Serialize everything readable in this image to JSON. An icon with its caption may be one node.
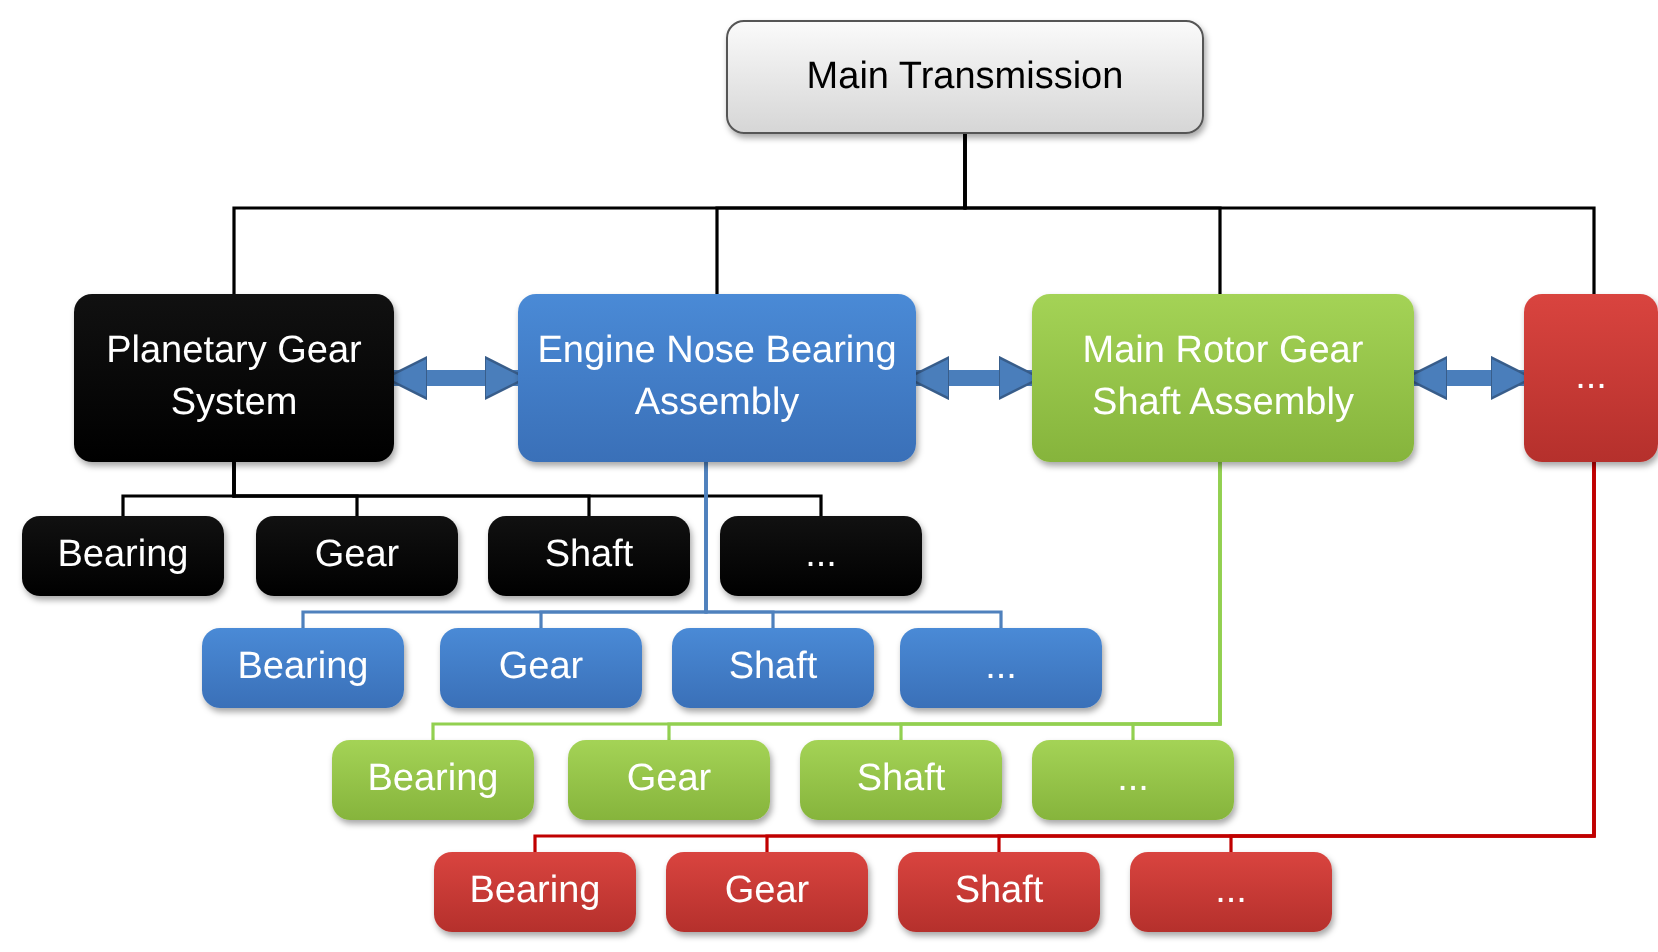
{
  "diagram": {
    "nodes": [
      {
        "text": [
          "Main Transmission"
        ]
      },
      {
        "text": [
          "Planetary Gear System"
        ]
      },
      {
        "text": [
          "Engine Nose Bearing Assembly"
        ]
      },
      {
        "text": [
          "Main Rotor Gear Shaft Assembly"
        ]
      },
      {
        "text": [
          "..."
        ]
      },
      {
        "text": [
          "Bearing"
        ]
      },
      {
        "text": [
          "Gear"
        ]
      },
      {
        "text": [
          "Shaft"
        ]
      },
      {
        "text": [
          "..."
        ]
      },
      {
        "text": [
          "Bearing"
        ]
      },
      {
        "text": [
          "Gear"
        ]
      },
      {
        "text": [
          "Shaft"
        ]
      },
      {
        "text": [
          "..."
        ]
      },
      {
        "text": [
          "Bearing"
        ]
      },
      {
        "text": [
          "Gear"
        ]
      },
      {
        "text": [
          "Shaft"
        ]
      },
      {
        "text": [
          "..."
        ]
      },
      {
        "text": [
          "Bearing"
        ]
      },
      {
        "text": [
          "Gear"
        ]
      },
      {
        "text": [
          "Shaft"
        ]
      },
      {
        "text": [
          "..."
        ]
      }
    ],
    "edges": [
      {
        "from": 0,
        "to": 1,
        "arrow": "none"
      },
      {
        "from": 0,
        "to": 2,
        "arrow": "none"
      },
      {
        "from": 0,
        "to": 3,
        "arrow": "none"
      },
      {
        "from": 0,
        "to": 4,
        "arrow": "none"
      },
      {
        "from": 1,
        "to": 2,
        "arrow": "both",
        "style": "thick",
        "color": "#4a7ebb"
      },
      {
        "from": 2,
        "to": 3,
        "arrow": "both",
        "style": "thick",
        "color": "#4a7ebb"
      },
      {
        "from": 3,
        "to": 4,
        "arrow": "both",
        "style": "thick",
        "color": "#4a7ebb"
      },
      {
        "from": 1,
        "to": 5,
        "arrow": "none"
      },
      {
        "from": 1,
        "to": 6,
        "arrow": "none"
      },
      {
        "from": 1,
        "to": 7,
        "arrow": "none"
      },
      {
        "from": 1,
        "to": 8,
        "arrow": "none"
      },
      {
        "from": 2,
        "to": 9,
        "arrow": "none",
        "color": "#4f81bd"
      },
      {
        "from": 2,
        "to": 10,
        "arrow": "none",
        "color": "#4f81bd"
      },
      {
        "from": 2,
        "to": 11,
        "arrow": "none",
        "color": "#4f81bd"
      },
      {
        "from": 2,
        "to": 12,
        "arrow": "none",
        "color": "#4f81bd"
      },
      {
        "from": 3,
        "to": 13,
        "arrow": "none",
        "color": "#92d050"
      },
      {
        "from": 3,
        "to": 14,
        "arrow": "none",
        "color": "#92d050"
      },
      {
        "from": 3,
        "to": 15,
        "arrow": "none",
        "color": "#92d050"
      },
      {
        "from": 3,
        "to": 16,
        "arrow": "none",
        "color": "#92d050"
      },
      {
        "from": 4,
        "to": 17,
        "arrow": "none",
        "color": "#c00000"
      },
      {
        "from": 4,
        "to": 18,
        "arrow": "none",
        "color": "#c00000"
      },
      {
        "from": 4,
        "to": 19,
        "arrow": "none",
        "color": "#c00000"
      },
      {
        "from": 4,
        "to": 20,
        "arrow": "none",
        "color": "#c00000"
      }
    ]
  }
}
